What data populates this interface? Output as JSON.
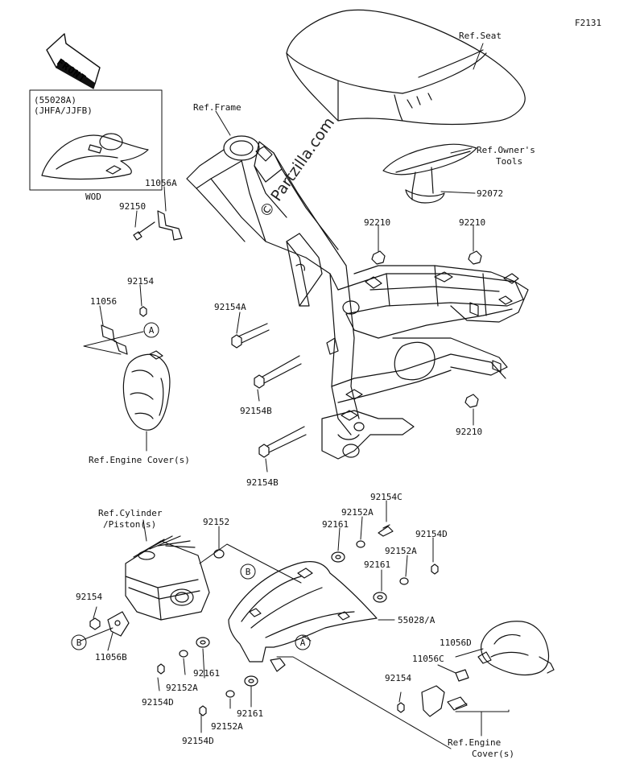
{
  "figure_code": "F2131",
  "front_arrow": "FRONT",
  "watermark": "© Partzilla.com",
  "inset": {
    "line1": "(55028A)",
    "line2": "(JHFA/JJFB)",
    "caption": "WOD"
  },
  "callouts": {
    "A": "A",
    "B": "B"
  },
  "labels": {
    "ref_seat": "Ref.Seat",
    "ref_owners_tools_1": "Ref.Owner's",
    "ref_owners_tools_2": "Tools",
    "ref_frame": "Ref.Frame",
    "ref_engine_cover_left": "Ref.Engine Cover(s)",
    "ref_cylinder_1": "Ref.Cylinder",
    "ref_cylinder_2": "/Piston(s)",
    "ref_engine_cover_right_1": "Ref.Engine",
    "ref_engine_cover_right_2": "Cover(s)"
  },
  "parts": {
    "p11056A": "11056A",
    "p92150": "92150",
    "p92072": "92072",
    "p92210_a": "92210",
    "p92210_b": "92210",
    "p92210_c": "92210",
    "p92154_top": "92154",
    "p11056": "11056",
    "p92154A": "92154A",
    "p92154B_a": "92154B",
    "p92154B_b": "92154B",
    "p92152": "92152",
    "p92154C": "92154C",
    "p92152A_a": "92152A",
    "p92161_a": "92161",
    "p92154D_a": "92154D",
    "p92152A_b": "92152A",
    "p92161_b": "92161",
    "p55028A": "55028/A",
    "p92154_mid": "92154",
    "p11056B": "11056B",
    "p92161_c": "92161",
    "p92152A_c": "92152A",
    "p92154D_b": "92154D",
    "p92161_d": "92161",
    "p92152A_d": "92152A",
    "p92154D_c": "92154D",
    "p11056D": "11056D",
    "p11056C": "11056C",
    "p92154_bot": "92154"
  }
}
